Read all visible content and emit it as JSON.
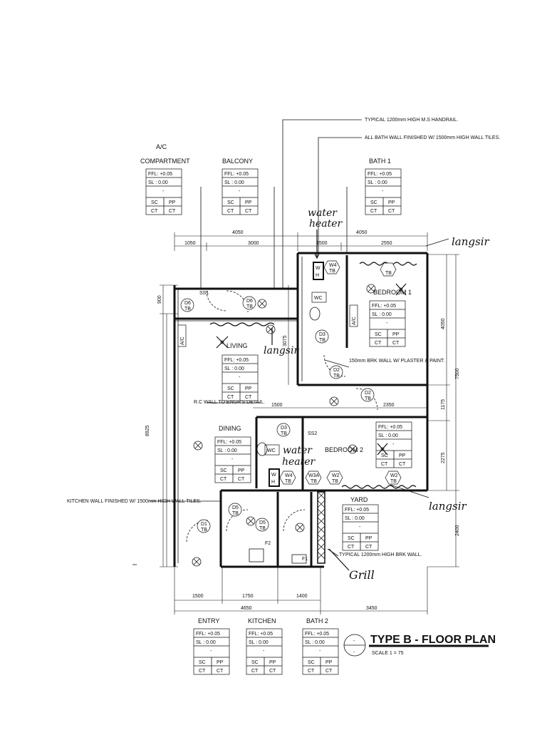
{
  "notes": {
    "handrail": "TYPICAL 1200mm HIGH M.S HANDRAIL.",
    "bath_wall": "ALL BATH WALL FINISHED W/ 1500mm HIGH WALL TILES.",
    "rc_wall": "R.C WALL TO ENGR'S DETAIL.",
    "brk_wall_150": "150mm BRK WALL W/ PLASTER & PAINT.",
    "kitchen_wall": "KITCHEN WALL FINISHED W/ 1500mm HIGH WALL TILES.",
    "brk_wall_1200": "TYPICAL 1200mm HIGH BRK WALL."
  },
  "rooms": {
    "ac": "A/C COMPARTMENT",
    "balcony": "BALCONY",
    "bath1": "BATH 1",
    "living": "LIVING",
    "bedroom1": "BEDROOM 1",
    "dining": "DINING",
    "bedroom2": "BEDROOM 2",
    "yard": "YARD",
    "entry": "ENTRY",
    "kitchen": "KITCHEN",
    "bath2": "BATH 2"
  },
  "finish": {
    "ffl": "FFL: +0.05",
    "sl": "SL : 0.00",
    "dash": "-",
    "sc": "SC",
    "pp": "PP",
    "ct": "CT"
  },
  "dims": {
    "top_a": "4050",
    "top_b": "4050",
    "top_1050": "1050",
    "top_3000": "3000",
    "top_1500": "1500",
    "top_2550": "2550",
    "left_900": "900",
    "left_8925": "8925",
    "left_3075": "3075",
    "mid_1500": "1500",
    "mid_2350": "2350",
    "right_4050": "4050",
    "right_7500": "7500",
    "right_1175": "1175",
    "right_2275": "2275",
    "right_2400": "2400",
    "bot_1500": "1500",
    "bot_1750": "1750",
    "bot_1400": "1400",
    "bot_4650": "4650",
    "bot_3450": "3450"
  },
  "tags": {
    "w4_tb": "W4",
    "ac_label": "A/C",
    "wc": "WC",
    "tb": "TB",
    "d1": "D1",
    "d2": "D2",
    "d3": "D3",
    "d5": "D5",
    "d6": "D6",
    "w2": "W2",
    "w3a": "W3A",
    "w4": "W4",
    "ss1": "SS1",
    "ss2": "SS2",
    "f1": "F1",
    "f2": "F2"
  },
  "handwriting": {
    "water_heater_1": "water heater",
    "water_heater_2": "water heater",
    "langsir_1": "langsir",
    "langsir_2": "langsir",
    "langsir_3": "langsir",
    "grill": "Grill"
  },
  "title_block": {
    "title": "TYPE B - FLOOR PLAN",
    "scale": "SCALE 1 = 75",
    "symbol": "-"
  }
}
